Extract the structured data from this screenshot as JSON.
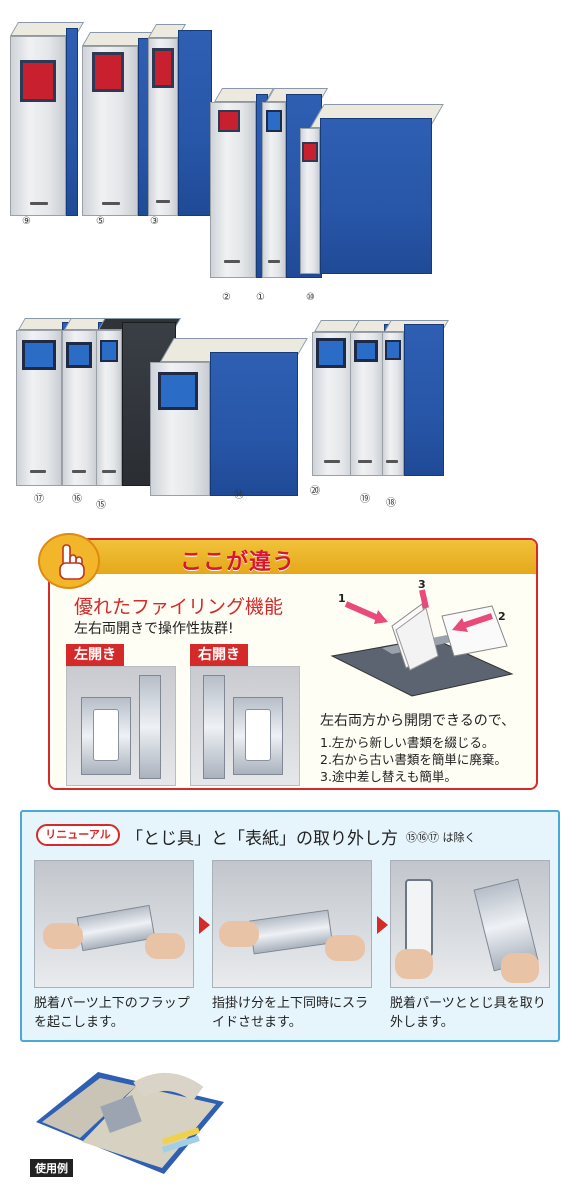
{
  "row1": {
    "numbers": [
      "⑨",
      "⑤",
      "③"
    ]
  },
  "row2": {
    "numbers": [
      "②",
      "①",
      "⑩"
    ]
  },
  "row3": {
    "numbers": [
      "⑰",
      "⑯",
      "⑮",
      "⑭",
      "⑳",
      "⑲",
      "⑱"
    ]
  },
  "feature": {
    "title": "ここが違う",
    "subtitle": "優れたファイリング機能",
    "subtitle2": "左右両開きで操作性抜群!",
    "tag_left": "左開き",
    "tag_right": "右開き",
    "diagram_labels": [
      "1",
      "3",
      "2"
    ],
    "description": "左右両方から開閉できるので、",
    "points": [
      "1.左から新しい書類を綴じる。",
      "2.右から古い書類を簡単に廃棄。",
      "3.途中差し替えも簡単。"
    ],
    "colors": {
      "accent_red": "#d42a2a",
      "header_yellow": "#f0c23a"
    }
  },
  "renewal": {
    "badge": "リニューアル",
    "title": "「とじ具」と「表紙」の取り外し方",
    "note": "⑮⑯⑰ は除く",
    "steps": [
      {
        "text": "脱着パーツ上下のフラップを起こします。"
      },
      {
        "text": "指掛け分を上下同時にスライドさせます。"
      },
      {
        "text": "脱着パーツととじ具を取り外します。"
      }
    ],
    "colors": {
      "border": "#4aa7d6",
      "background": "#e6f4fb"
    }
  },
  "usage": {
    "label": "使用例"
  }
}
